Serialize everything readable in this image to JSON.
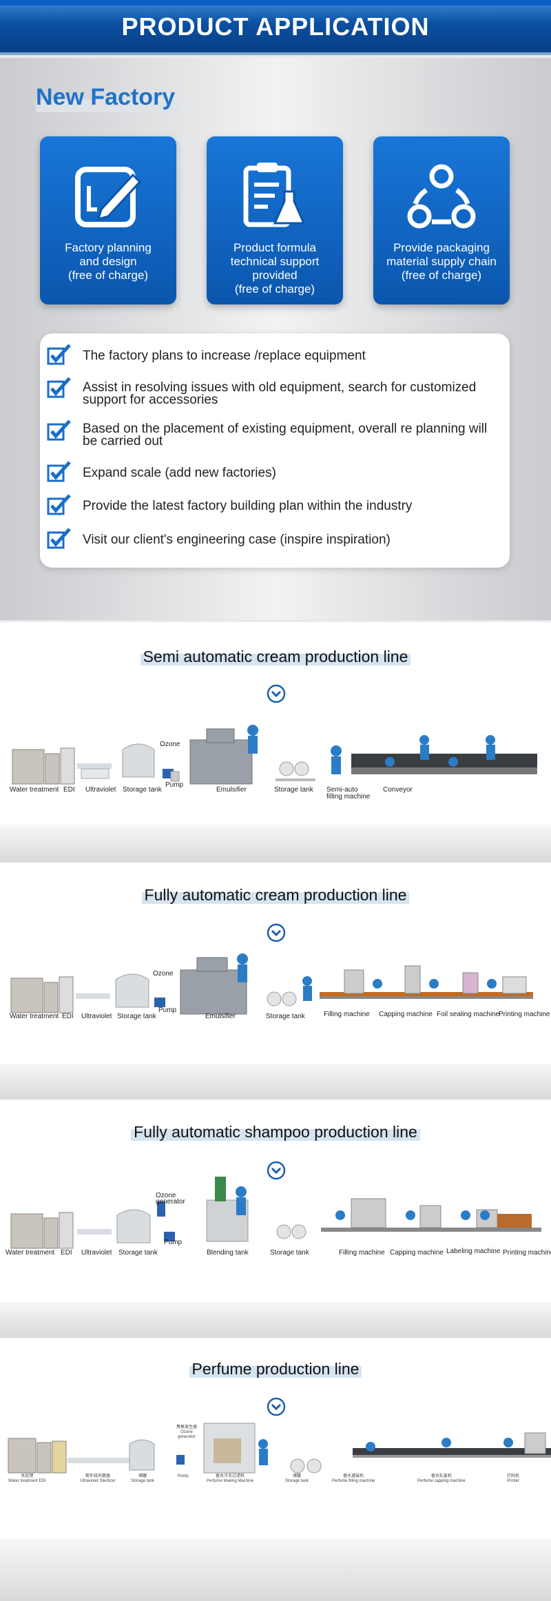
{
  "banner": {
    "title": "PRODUCT APPLICATION"
  },
  "new_factory": {
    "title": "New Factory",
    "cards": [
      {
        "icon": "pencil-edit-icon",
        "text": [
          "Factory planning",
          "and design",
          "(free of charge)"
        ]
      },
      {
        "icon": "clipboard-flask-icon",
        "text": [
          "Product formula",
          "technical support",
          "provided",
          "(free of charge)"
        ]
      },
      {
        "icon": "supply-chain-cycle-icon",
        "text": [
          "Provide packaging",
          "material supply chain",
          "(free of charge)"
        ]
      }
    ],
    "checklist": [
      [
        "The factory plans to increase /replace equipment"
      ],
      [
        "Assist in resolving issues with old equipment, search for customized",
        "support for accessories"
      ],
      [
        "Based on the placement of existing equipment, overall re planning will",
        "be carried out"
      ],
      [
        "Expand scale (add new factories)"
      ],
      [
        "Provide the latest factory building plan within the industry"
      ],
      [
        "Visit our client's engineering case (inspire inspiration)"
      ]
    ]
  },
  "lines": [
    {
      "title": "Semi automatic cream production line",
      "labels": [
        "Water treatment",
        "EDI",
        "Ultraviolet",
        "Storage tank",
        "Ozone",
        "Pump",
        "Emulsifier",
        "Storage tank",
        "Semi-auto",
        "filling machine",
        "Conveyor"
      ]
    },
    {
      "title": "Fully automatic cream production line",
      "labels": [
        "Water treatment",
        "EDI",
        "Ultraviolet",
        "Storage tank",
        "Ozone",
        "Pump",
        "Emulsifier",
        "Storage tank",
        "Filling machine",
        "Capping machine",
        "Foil sealing machine",
        "Printing machine"
      ]
    },
    {
      "title": "Fully automatic shampoo production line",
      "labels": [
        "Water treatment",
        "EDI",
        "Ultraviolet",
        "Storage tank",
        "Ozone",
        "generator",
        "Pump",
        "Blending tank",
        "Storage tank",
        "Filling machine",
        "Capping machine",
        "Labeling machine",
        "Printing machine"
      ]
    },
    {
      "title": "Perfume production line",
      "labels": [
        "水处理",
        "Water treatment EDI",
        "紫外线杀菌器",
        "Ultraviolet Sterilizer",
        "储罐",
        "Storage tank",
        "臭氧发生器",
        "Ozone",
        "generator",
        "Pump",
        "香水冷冻过滤机",
        "Perfume Making Machine",
        "储罐",
        "Storage tank",
        "香水灌装机",
        "Perfume filling machine",
        "香水轧盖机",
        "Perfume capping machine",
        "打码机",
        "Printer"
      ]
    }
  ],
  "colors": {
    "brand_blue": "#0b56ad",
    "accent_blue": "#1f72c9",
    "check_blue": "#1a6ec8"
  }
}
